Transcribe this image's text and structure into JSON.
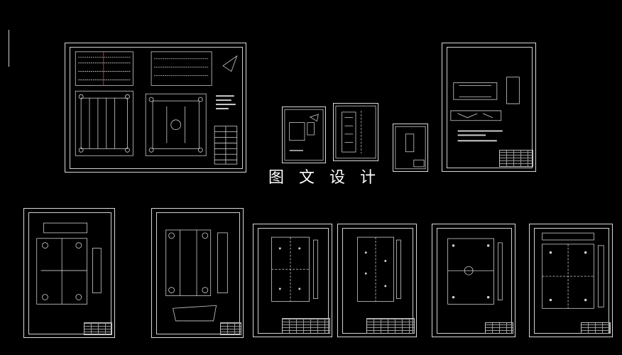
{
  "canvas": {
    "background": "#000000",
    "line_color": "#d9d9d9"
  },
  "label": {
    "text": "图 文 设 计"
  },
  "sheets": [
    {
      "name": "mold-assembly-drawing"
    },
    {
      "name": "small-detail-drawing-1"
    },
    {
      "name": "small-detail-drawing-2"
    },
    {
      "name": "small-detail-drawing-3"
    },
    {
      "name": "part-drawing-top-right"
    },
    {
      "name": "part-drawing-bottom-1"
    },
    {
      "name": "part-drawing-bottom-2"
    },
    {
      "name": "plate-drawing-bottom-3"
    },
    {
      "name": "plate-drawing-bottom-4"
    },
    {
      "name": "plate-drawing-bottom-5"
    },
    {
      "name": "plate-drawing-bottom-6"
    }
  ]
}
